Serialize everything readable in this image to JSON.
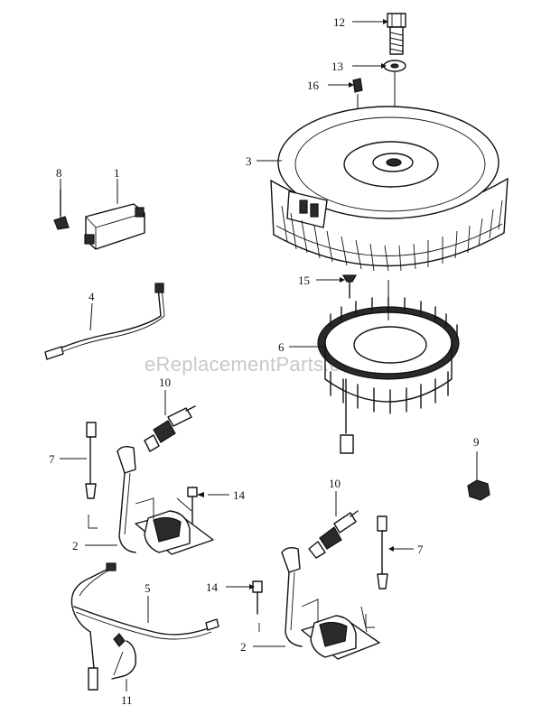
{
  "watermark": "eReplacementParts.com",
  "callouts": [
    {
      "id": "c12",
      "text": "12"
    },
    {
      "id": "c13",
      "text": "13"
    },
    {
      "id": "c16",
      "text": "16"
    },
    {
      "id": "c3",
      "text": "3"
    },
    {
      "id": "c8",
      "text": "8"
    },
    {
      "id": "c1",
      "text": "1"
    },
    {
      "id": "c4",
      "text": "4"
    },
    {
      "id": "c15",
      "text": "15"
    },
    {
      "id": "c6",
      "text": "6"
    },
    {
      "id": "c10a",
      "text": "10"
    },
    {
      "id": "c7a",
      "text": "7"
    },
    {
      "id": "c14a",
      "text": "14"
    },
    {
      "id": "c2a",
      "text": "2"
    },
    {
      "id": "c9",
      "text": "9"
    },
    {
      "id": "c10b",
      "text": "10"
    },
    {
      "id": "c7b",
      "text": "7"
    },
    {
      "id": "c5",
      "text": "5"
    },
    {
      "id": "c14b",
      "text": "14"
    },
    {
      "id": "c2b",
      "text": "2"
    },
    {
      "id": "c11",
      "text": "11"
    }
  ]
}
